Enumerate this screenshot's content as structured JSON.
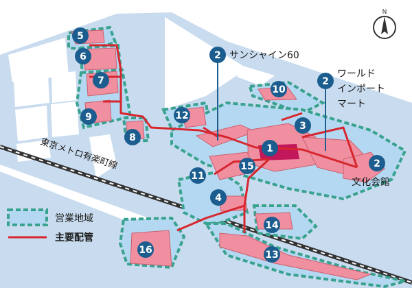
{
  "map": {
    "colors": {
      "road": "#c9dcef",
      "block": "#ffffff",
      "area_fill": "#b4d8f1",
      "area_border": "#39a28e",
      "building": "#ef8fa0",
      "pipe": "#d7262e",
      "badge": "#1b5d8e",
      "rail": "#333333"
    },
    "north_label": "N",
    "labels": {
      "sunshine60": "サンシャイン60",
      "world_import_mart_1": "ワールド",
      "world_import_mart_2": "インポート",
      "world_import_mart_3": "マート",
      "bunka_kaikan": "文化会館",
      "railway": "東京メトロ有楽町線"
    },
    "badges": [
      "5",
      "6",
      "7",
      "9",
      "8",
      "12",
      "2",
      "2",
      "10",
      "3",
      "1",
      "11",
      "15",
      "4",
      "14",
      "13",
      "16",
      "2"
    ],
    "legend": {
      "service_area": "営業地域",
      "main_pipe": "主要配管"
    }
  }
}
